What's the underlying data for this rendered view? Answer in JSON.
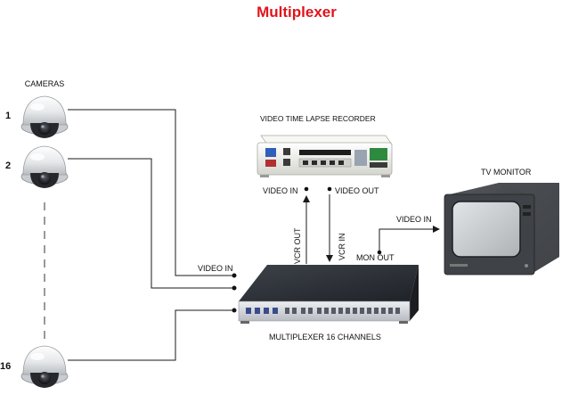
{
  "title": "Multiplexer",
  "colors": {
    "title": "#e0141b",
    "line": "#1a1a1a",
    "mux_body": "#2b2f35",
    "mux_front": "#d8dbe0",
    "vcr_body": "#eeeeea",
    "monitor_body": "#3b3d40",
    "screen": "#c9ccce"
  },
  "labels": {
    "cameras": "CAMERAS",
    "recorder": "VIDEO  TIME LAPSE RECORDER",
    "vcr_video_in": "VIDEO  IN",
    "vcr_video_out": "VIDEO  OUT",
    "tv_monitor": "TV MONITOR",
    "monitor_video_in": "VIDEO IN",
    "vcr_out": "VCR OUT",
    "vcr_in": "VCR IN",
    "mon_out": "MON  OUT",
    "mux_video_in": "VIDEO  IN",
    "multiplexer": "MULTIPLEXER 16 CHANNELS"
  },
  "cameras": [
    {
      "number": "1",
      "icon": "dome-camera-icon"
    },
    {
      "number": "2",
      "icon": "dome-camera-icon"
    },
    {
      "number": "16",
      "icon": "dome-camera-icon"
    }
  ],
  "devices": {
    "recorder_icon": "vcr-icon",
    "monitor_icon": "crt-monitor-icon",
    "multiplexer_icon": "multiplexer-box-icon"
  }
}
